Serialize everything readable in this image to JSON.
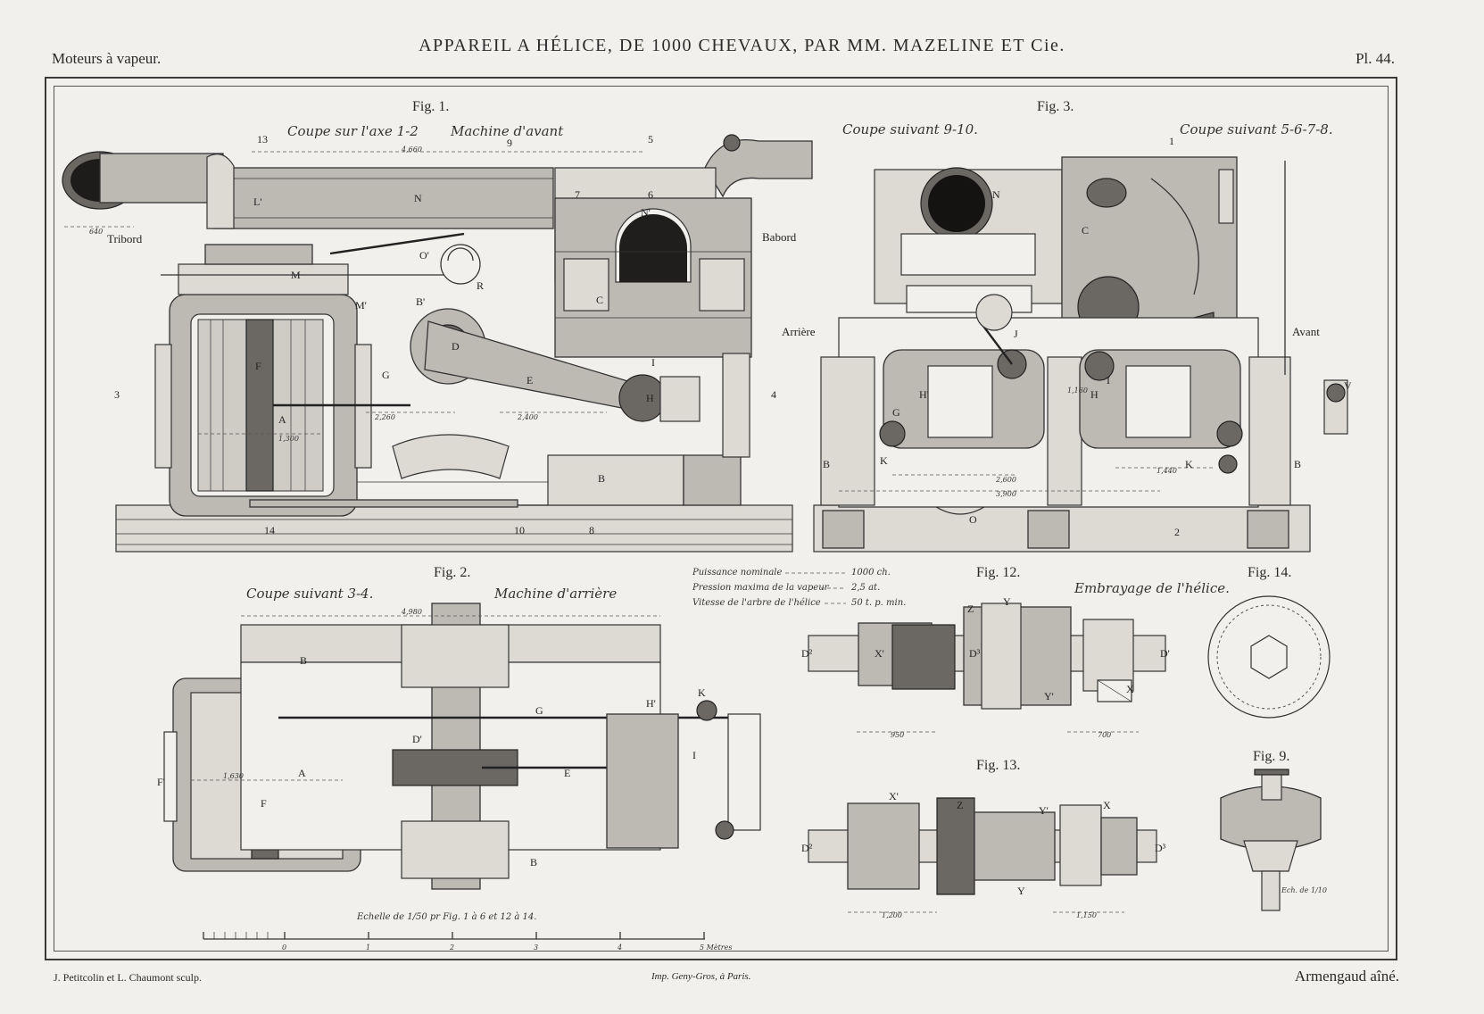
{
  "header": {
    "section": "Moteurs à vapeur.",
    "title": "APPAREIL A HÉLICE, DE 1000 CHEVAUX, PAR MM. MAZELINE ET Cie.",
    "plate": "Pl. 44."
  },
  "figures": {
    "fig1": {
      "title": "Fig. 1.",
      "caption_left": "Coupe sur l'axe 1-2",
      "caption_right": "Machine d'avant",
      "side_left": "Tribord",
      "side_right": "Babord"
    },
    "fig2": {
      "title": "Fig. 2.",
      "caption_left": "Coupe suivant 3-4.",
      "caption_right": "Machine d'arrière"
    },
    "fig3": {
      "title": "Fig. 3.",
      "caption_left": "Coupe suivant 9-10.",
      "caption_right": "Coupe suivant 5-6-7-8.",
      "side_left": "Arrière",
      "side_right": "Avant"
    },
    "fig9": {
      "title": "Fig. 9.",
      "scale": "Ech. de 1/10"
    },
    "fig12": {
      "title": "Fig. 12."
    },
    "fig13": {
      "title": "Fig. 13."
    },
    "fig14": {
      "title": "Fig. 14."
    },
    "clutch_caption": "Embrayage de l'hélice."
  },
  "specs": [
    {
      "label": "Puissance nominale",
      "value": "1000 ch."
    },
    {
      "label": "Pression maxima de la vapeur",
      "value": "2,5 at."
    },
    {
      "label": "Vitesse de l'arbre de l'hélice",
      "value": "50 t. p. min."
    }
  ],
  "scale_bar": {
    "caption": "Echelle de 1/50 pr Fig. 1 à 6 et 12 à 14.",
    "ticks": [
      "0",
      "1",
      "2",
      "3",
      "4",
      "5 Mètres"
    ]
  },
  "dimensions": {
    "fig1_top": "4,660",
    "fig1_left": "640",
    "fig1_cyl": "1,300",
    "fig1_mid": "2,260",
    "fig1_e": "2,400",
    "fig2_top": "4,980",
    "fig2_cyl": "1,630",
    "fig3_a": "2,600",
    "fig3_b": "3,900",
    "fig3_c": "1,440",
    "fig3_d": "1,160",
    "fig12_a": "950",
    "fig12_b": "700",
    "fig13_a": "1,200",
    "fig13_b": "1,150"
  },
  "section_marks": {
    "m1": "1",
    "m2": "2",
    "m3": "3",
    "m4": "4",
    "m5": "5",
    "m6": "6",
    "m7": "7",
    "m8": "8",
    "m9": "9",
    "m10": "10",
    "m13": "13",
    "m14": "14"
  },
  "parts": {
    "A": "A",
    "B": "B",
    "C": "C",
    "D": "D",
    "E": "E",
    "F": "F",
    "G": "G",
    "H": "H",
    "I": "I",
    "J": "J",
    "K": "K",
    "M": "M",
    "N": "N",
    "O": "O",
    "R": "R",
    "V": "V",
    "X": "X",
    "Y": "Y",
    "Z": "Z",
    "Lp": "L'",
    "Np": "N'",
    "Bp": "B'",
    "Dp": "D'",
    "Hp": "H'",
    "Op": "O'",
    "Mp": "M'",
    "Fp": "F'",
    "Xp": "X'",
    "Yp": "Y'",
    "Dq": "D²",
    "Dr": "D³"
  },
  "footer": {
    "engravers": "J. Petitcolin et L. Chaumont sculp.",
    "printer": "Imp. Geny-Gros, à Paris.",
    "publisher": "Armengaud aîné."
  },
  "style": {
    "paper": "#f1f0ec",
    "ink": "#2a2a2a",
    "tone": "#bdbab3"
  }
}
